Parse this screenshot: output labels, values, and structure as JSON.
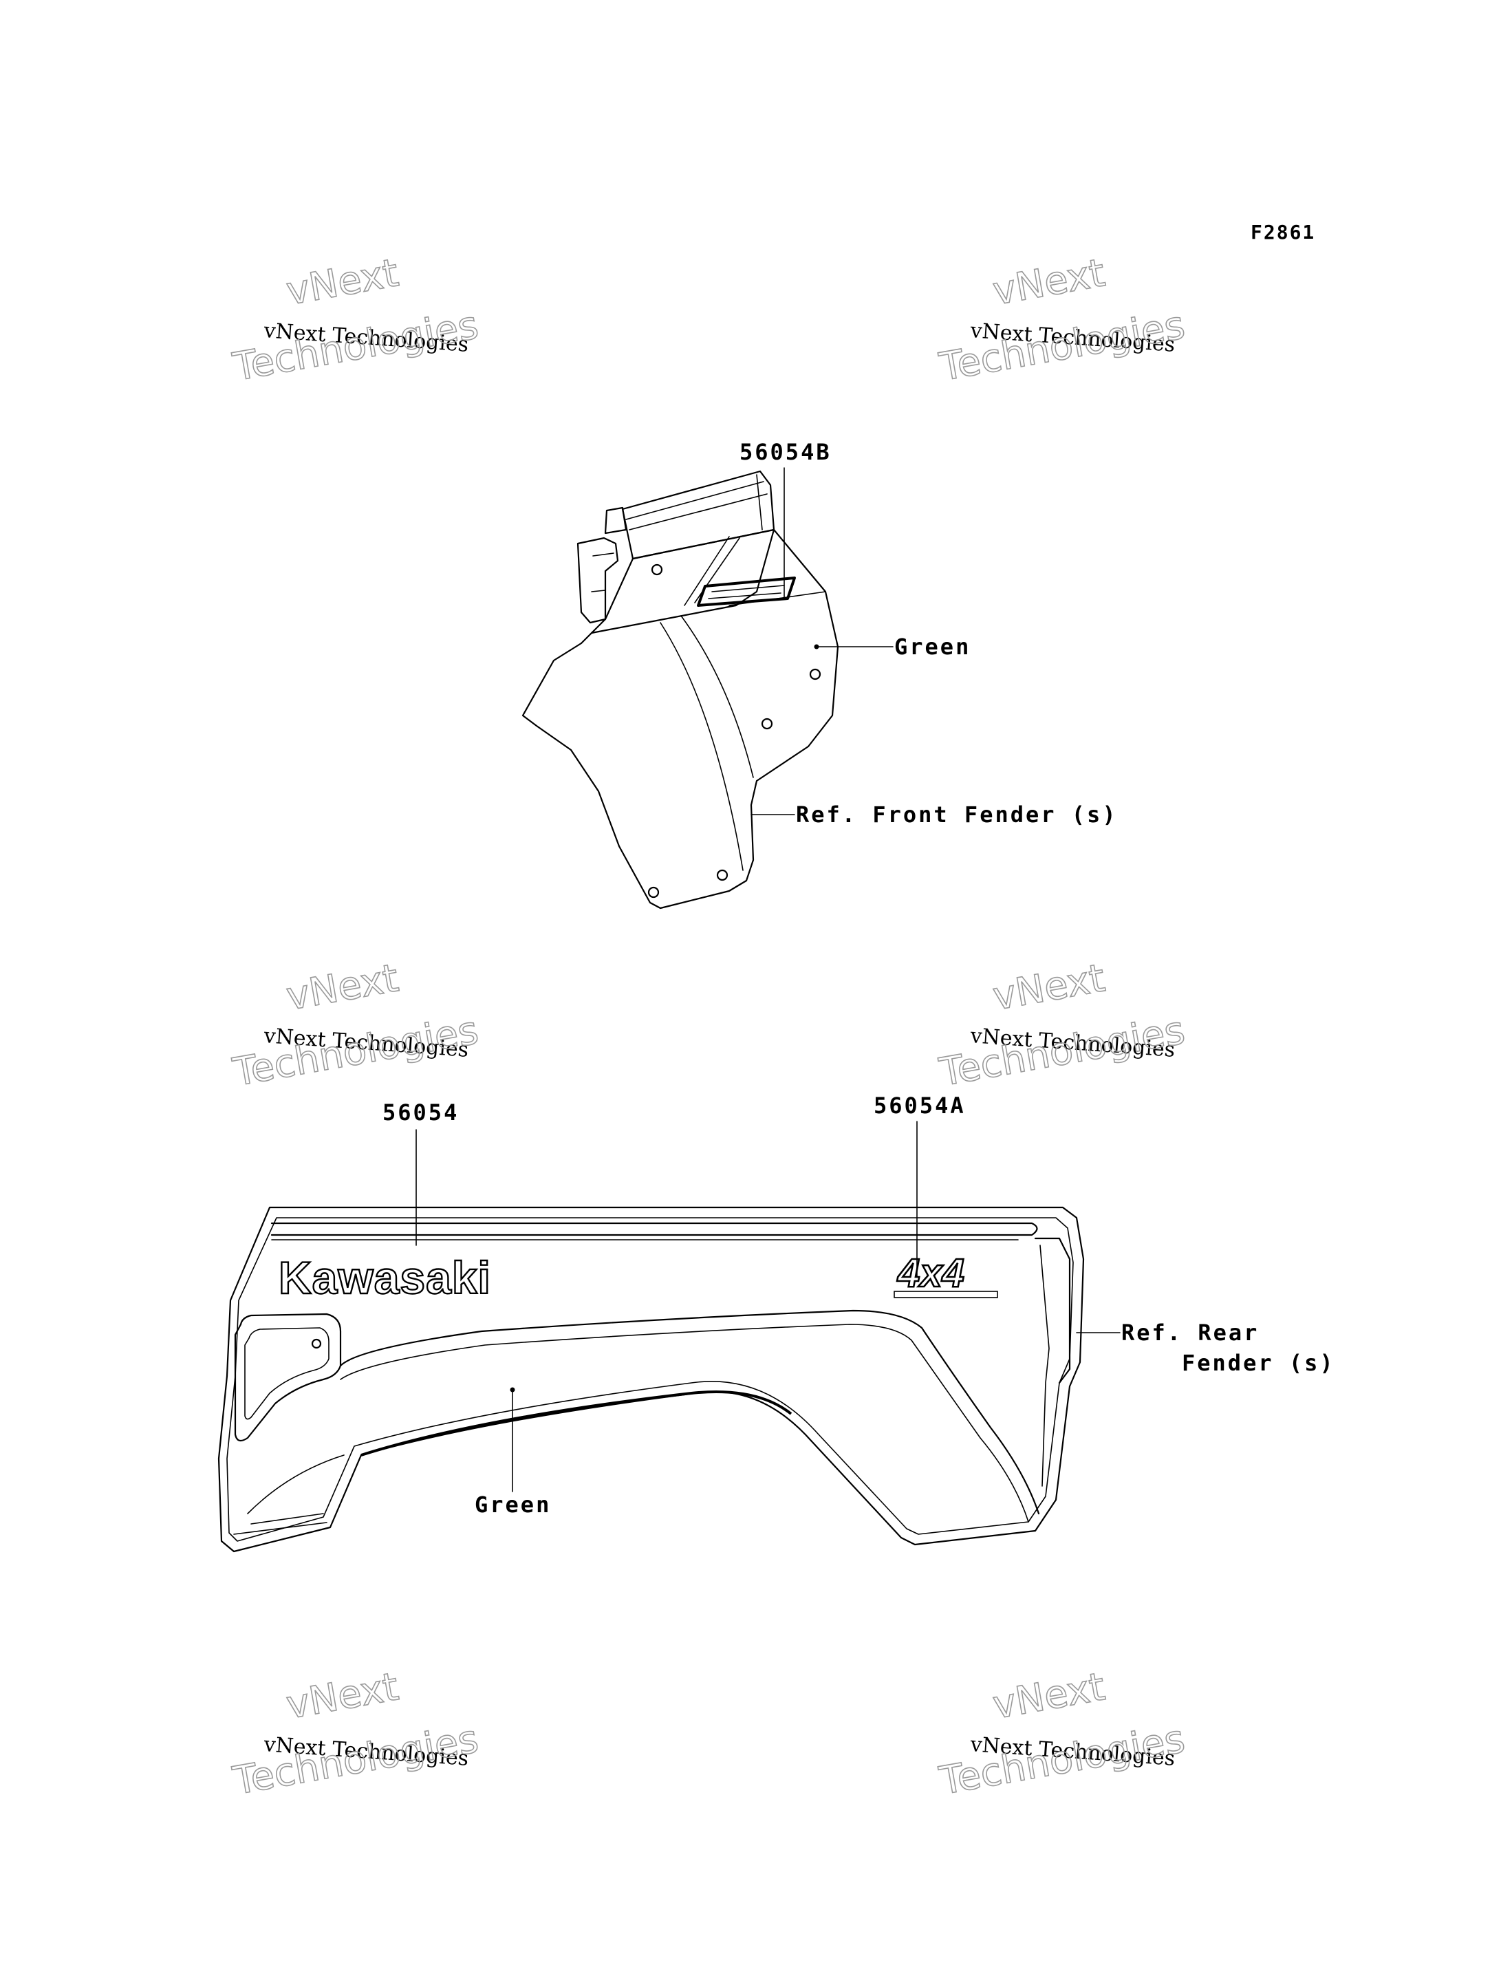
{
  "figure_code": "F2861",
  "watermark": {
    "line1": "vNext Technologies",
    "outline_top": "vNext",
    "outline_bottom": "Technologies"
  },
  "front_fender": {
    "part_number": "56054B",
    "color_label": "Green",
    "reference_label": "Ref. Front Fender (s)"
  },
  "rear_fender": {
    "part_number_left": "56054",
    "part_number_right": "56054A",
    "color_label": "Green",
    "reference_label_line1": "Ref. Rear",
    "reference_label_line2": "Fender (s)",
    "brand_text": "Kawasaki",
    "badge_text": "4x4"
  }
}
